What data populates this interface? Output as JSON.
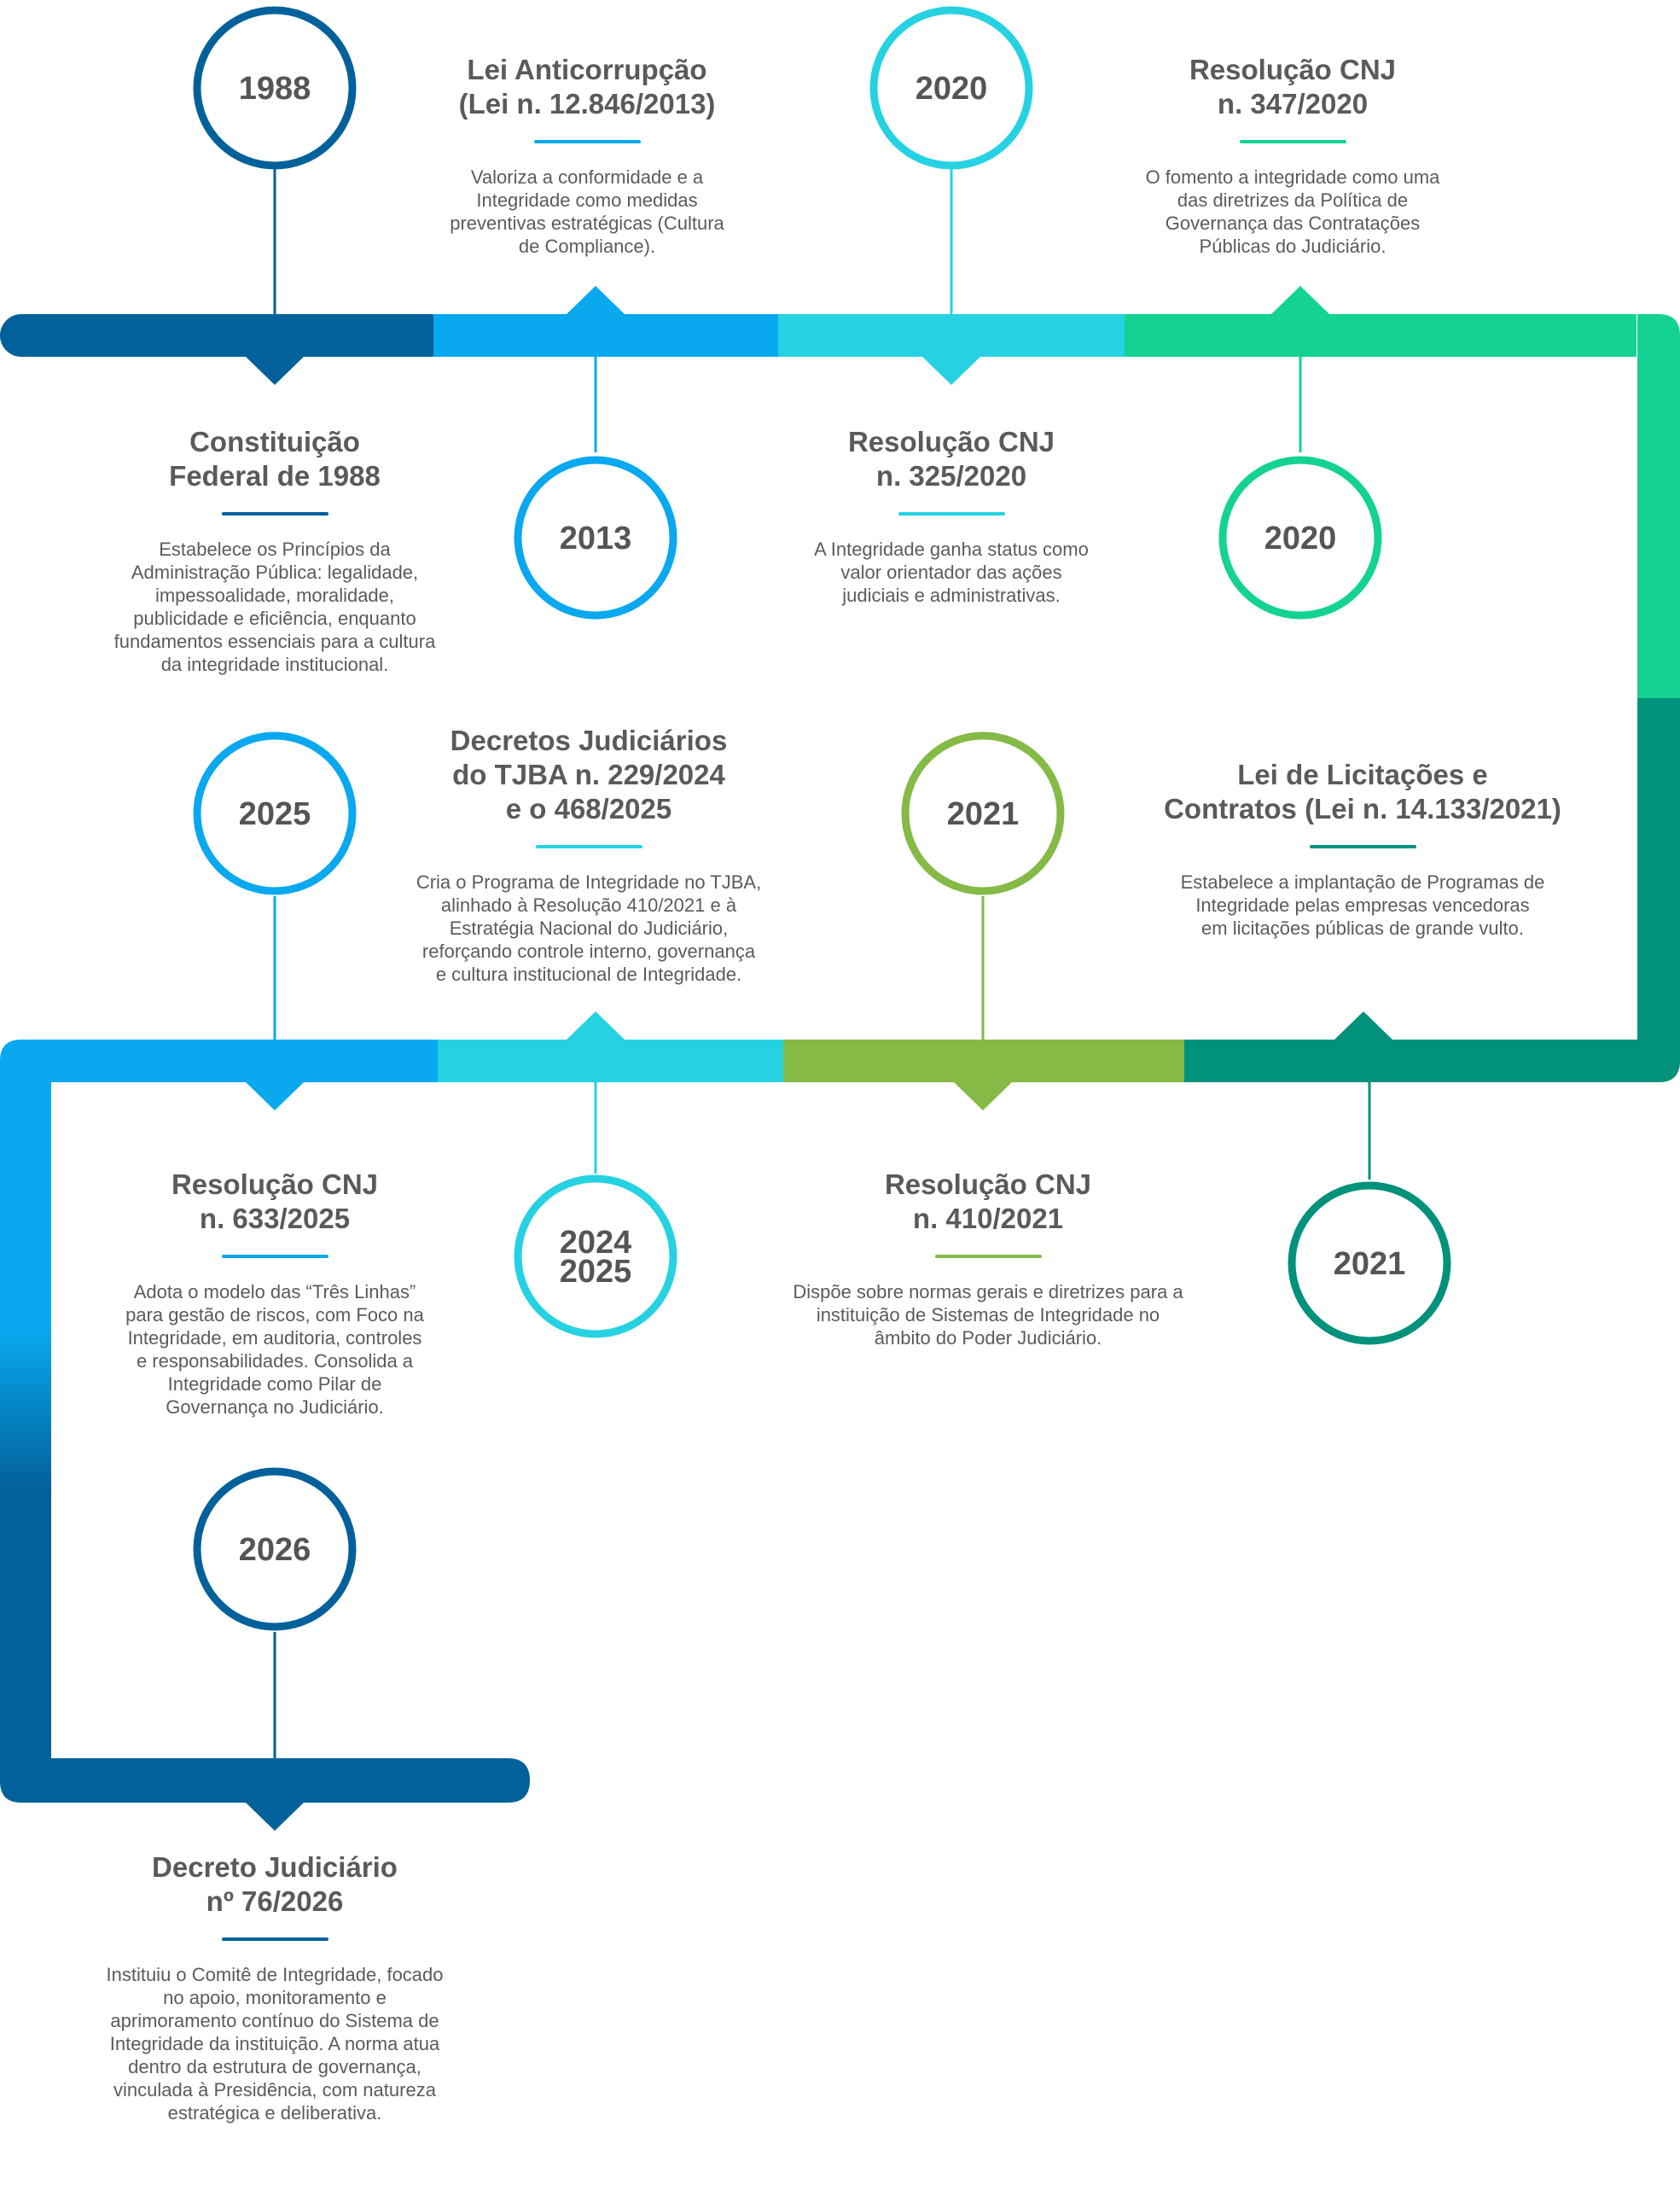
{
  "colors": {
    "navy": "#02619a",
    "blue": "#09a8ef",
    "cyan": "#26d2e2",
    "green": "#14d293",
    "teal": "#02917b",
    "lime": "#84ba45",
    "text": "#555555"
  },
  "events": [
    {
      "id": "1988",
      "year": "1988",
      "title": "Constituição\nFederal de 1988",
      "description": "Estabelece os Princípios da\nAdministração Pública: legalidade,\nimpessoalidade, moralidade,\npublicidade e eficiência, enquanto\nfundamentos essenciais para a cultura\nda integridade institucional.",
      "color_key": "navy"
    },
    {
      "id": "2013",
      "year": "2013",
      "title": "Lei Anticorrupção\n(Lei n. 12.846/2013)",
      "description": "Valoriza a conformidade e a\nIntegridade como medidas\npreventivas estratégicas (Cultura\nde Compliance).",
      "color_key": "blue"
    },
    {
      "id": "2020a",
      "year": "2020",
      "title": "Resolução CNJ\nn. 325/2020",
      "description": "A Integridade ganha status como\nvalor orientador das ações\njudiciais e administrativas.",
      "color_key": "cyan"
    },
    {
      "id": "2020b",
      "year": "2020",
      "title": "Resolução CNJ\nn. 347/2020",
      "description": "O fomento a integridade como uma\ndas diretrizes da Política de\nGovernança das Contratações\nPúblicas do Judiciário.",
      "color_key": "green"
    },
    {
      "id": "2021a",
      "year": "2021",
      "title": "Lei de Licitações e\nContratos (Lei n. 14.133/2021)",
      "description": "Estabelece a implantação de Programas de\nIntegridade pelas empresas vencedoras\nem licitações públicas de grande vulto.",
      "color_key": "teal"
    },
    {
      "id": "2021b",
      "year": "2021",
      "title": "Resolução CNJ\nn. 410/2021",
      "description": "Dispõe sobre normas gerais e diretrizes para a\ninstituição de Sistemas de Integridade no\nâmbito do Poder Judiciário.",
      "color_key": "lime"
    },
    {
      "id": "2024",
      "year": "2024\n2025",
      "title": "Decretos Judiciários\ndo TJBA n. 229/2024\ne o 468/2025",
      "description": "Cria o Programa de Integridade no TJBA,\nalinhado à Resolução 410/2021 e à\nEstratégia Nacional do Judiciário,\nreforçando controle interno, governança\ne cultura institucional de Integridade.",
      "color_key": "cyan"
    },
    {
      "id": "2025",
      "year": "2025",
      "title": "Resolução CNJ\nn. 633/2025",
      "description": "Adota o modelo das “Três Linhas”\npara gestão de riscos, com Foco na\nIntegridade, em auditoria, controles\ne responsabilidades. Consolida a\nIntegridade como Pilar de\nGovernança no Judiciário.",
      "color_key": "blue"
    },
    {
      "id": "2026",
      "year": "2026",
      "title": "Decreto Judiciário\nnº 76/2026",
      "description": "Instituiu o Comitê de Integridade, focado\nno apoio, monitoramento e\naprimoramento contínuo do Sistema de\nIntegridade da instituição. A norma atua\ndentro da estrutura de governança,\nvinculada à Presidência, com natureza\nestratégica e deliberativa.",
      "color_key": "navy"
    }
  ]
}
